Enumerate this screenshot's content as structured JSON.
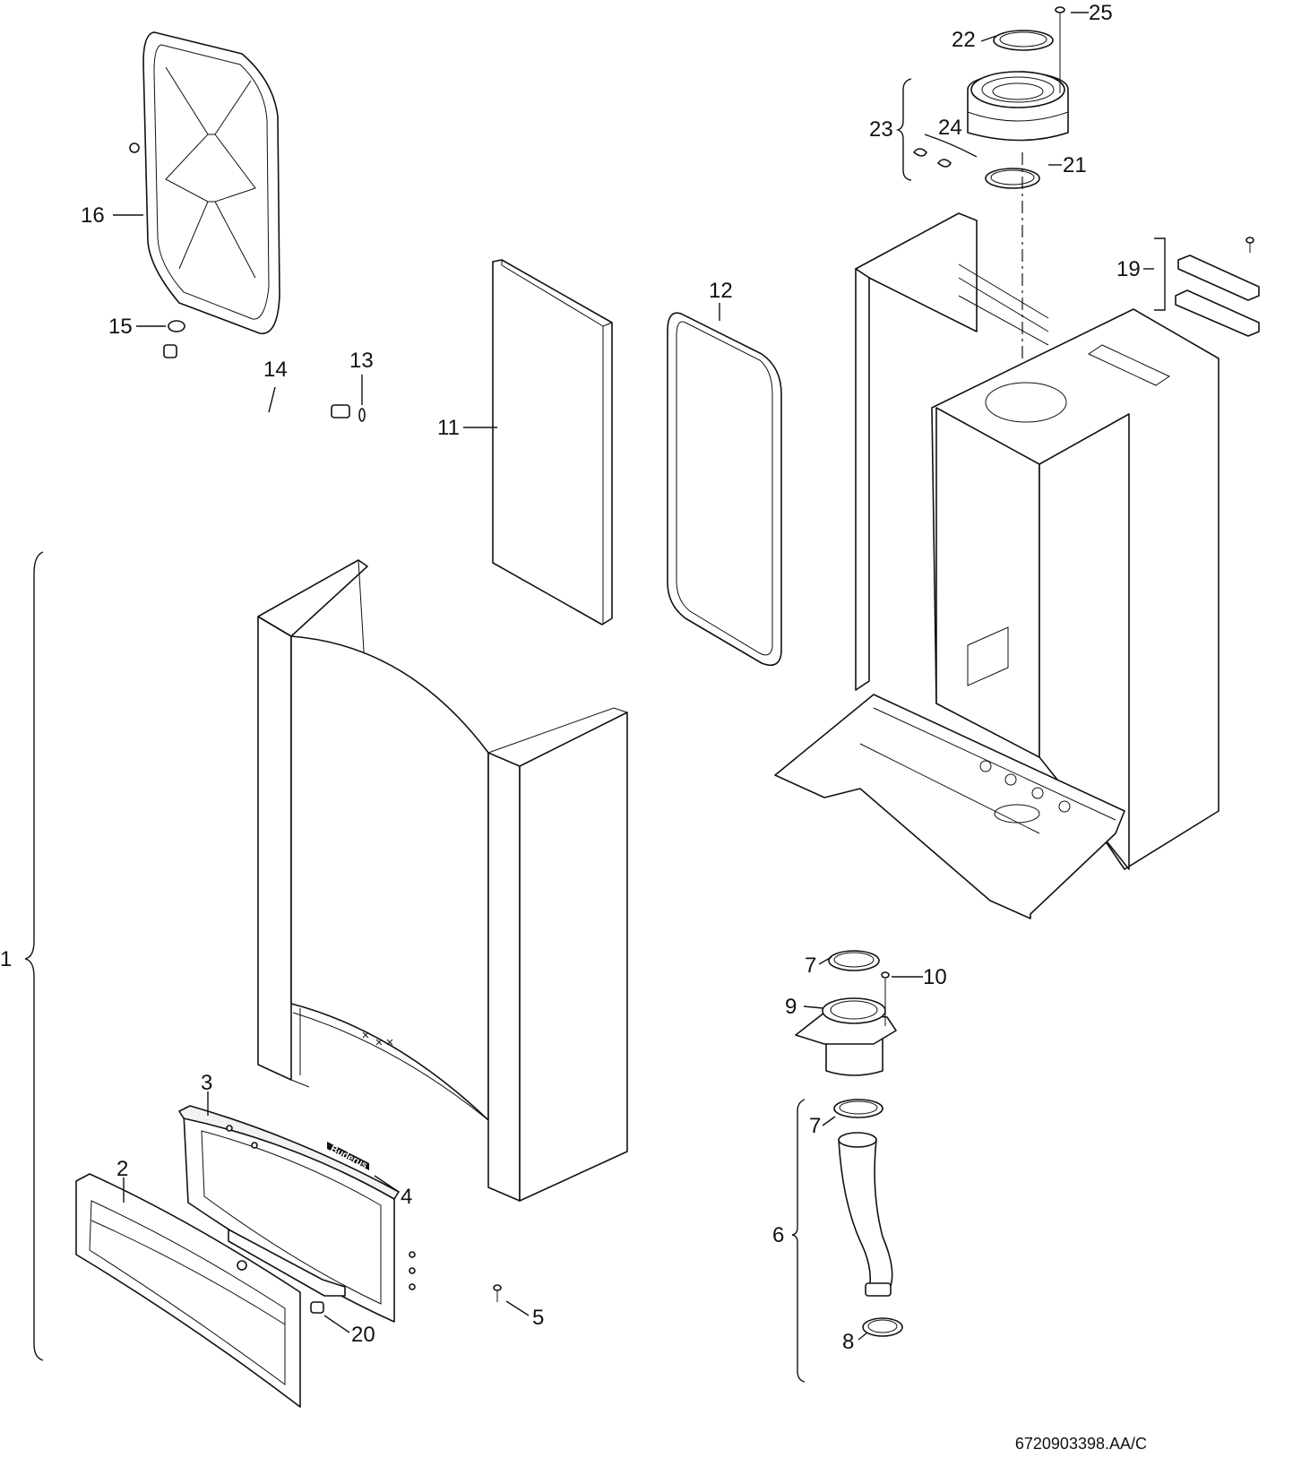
{
  "diagram": {
    "document_id": "6720903398.AA/C",
    "brand_badge_text": "Buderus",
    "callouts": [
      {
        "id": "1",
        "label": "1"
      },
      {
        "id": "2",
        "label": "2"
      },
      {
        "id": "3",
        "label": "3"
      },
      {
        "id": "4",
        "label": "4"
      },
      {
        "id": "5",
        "label": "5"
      },
      {
        "id": "6",
        "label": "6"
      },
      {
        "id": "7a",
        "label": "7"
      },
      {
        "id": "7b",
        "label": "7"
      },
      {
        "id": "8",
        "label": "8"
      },
      {
        "id": "9",
        "label": "9"
      },
      {
        "id": "10",
        "label": "10"
      },
      {
        "id": "11",
        "label": "11"
      },
      {
        "id": "12",
        "label": "12"
      },
      {
        "id": "13",
        "label": "13"
      },
      {
        "id": "14",
        "label": "14"
      },
      {
        "id": "15",
        "label": "15"
      },
      {
        "id": "16",
        "label": "16"
      },
      {
        "id": "19",
        "label": "19"
      },
      {
        "id": "20",
        "label": "20"
      },
      {
        "id": "21",
        "label": "21"
      },
      {
        "id": "22",
        "label": "22"
      },
      {
        "id": "23",
        "label": "23"
      },
      {
        "id": "24",
        "label": "24"
      },
      {
        "id": "25",
        "label": "25"
      }
    ]
  }
}
